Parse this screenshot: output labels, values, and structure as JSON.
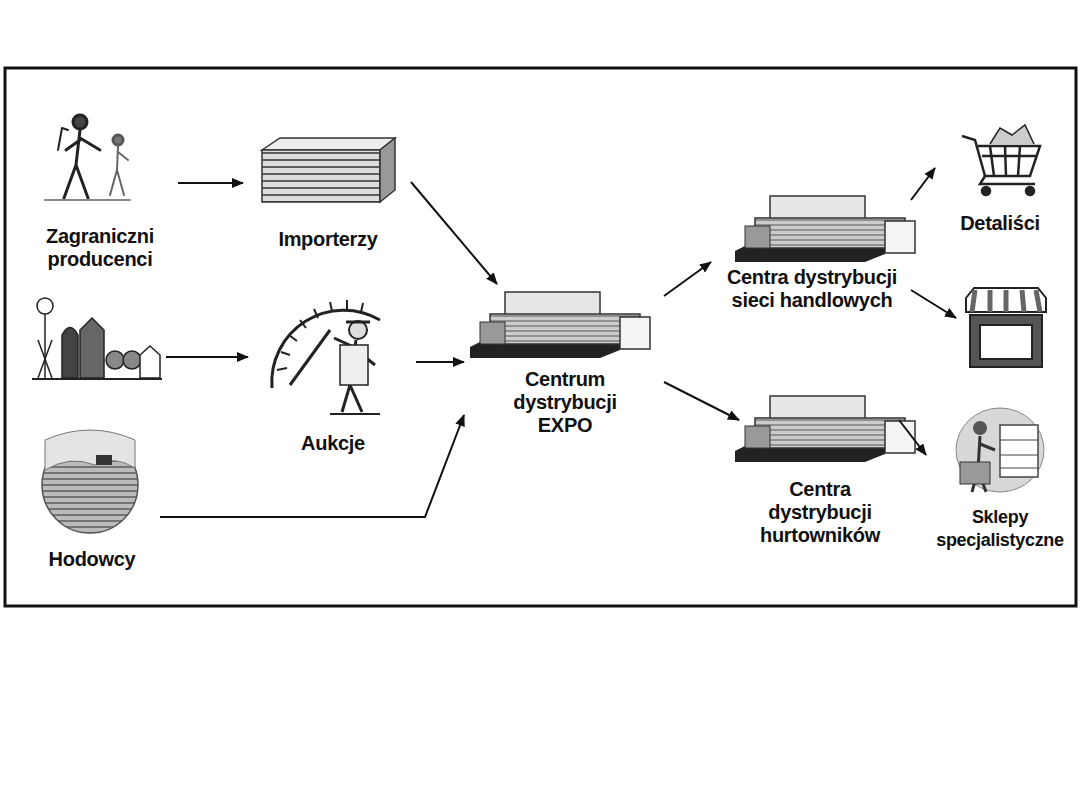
{
  "diagram": {
    "nodes": [
      {
        "text": [
          "Zagraniczni producenci"
        ]
      },
      {
        "text": [
          "Importerzy"
        ]
      },
      {
        "text": []
      },
      {
        "text": [
          "Aukcje"
        ]
      },
      {
        "text": [
          "Hodowcy"
        ]
      },
      {
        "text": [
          "Centrum dystrybucji EXPO"
        ]
      },
      {
        "text": [
          "Centra dystrybucji sieci handlowych"
        ]
      },
      {
        "text": [
          "Centra dystrybucji hurtowników"
        ]
      },
      {
        "text": [
          "Detaliści"
        ]
      },
      {
        "text": []
      },
      {
        "text": [
          "Sklepy specjalistyczne"
        ]
      }
    ],
    "edges": [
      {
        "from": 0,
        "to": 1,
        "arrow": "to"
      },
      {
        "from": 1,
        "to": 5,
        "arrow": "to"
      },
      {
        "from": 2,
        "to": 3,
        "arrow": "to"
      },
      {
        "from": 3,
        "to": 5,
        "arrow": "to"
      },
      {
        "from": 4,
        "to": 5,
        "arrow": "to"
      },
      {
        "from": 5,
        "to": 6,
        "arrow": "to"
      },
      {
        "from": 5,
        "to": 7,
        "arrow": "to"
      },
      {
        "from": 6,
        "to": 8,
        "arrow": "to"
      },
      {
        "from": 6,
        "to": 9,
        "arrow": "to"
      },
      {
        "from": 7,
        "to": 10,
        "arrow": "to"
      }
    ]
  }
}
